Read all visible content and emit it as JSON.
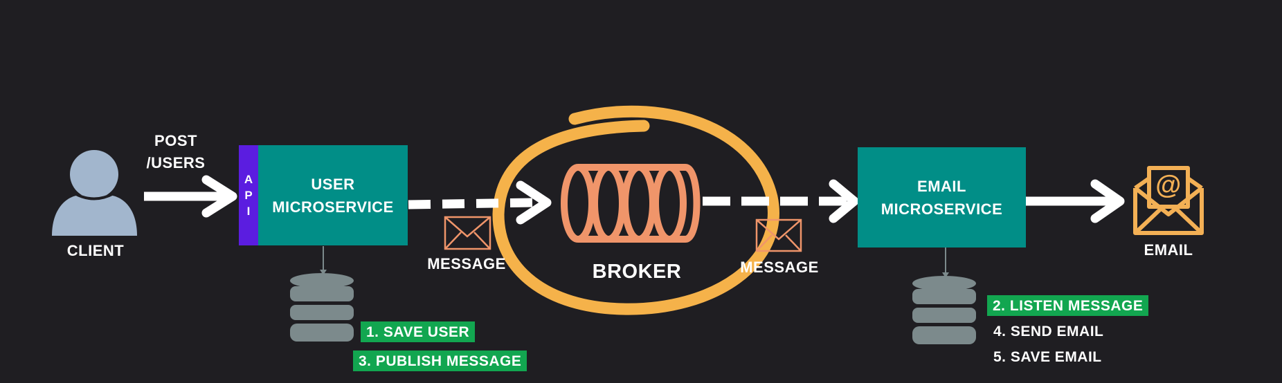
{
  "diagram": {
    "client": {
      "label": "CLIENT"
    },
    "request": {
      "line1": "POST",
      "line2": "/USERS"
    },
    "api": {
      "letters": [
        "A",
        "P",
        "I"
      ]
    },
    "user_service": {
      "line1": "USER",
      "line2": "MICROSERVICE"
    },
    "email_service": {
      "line1": "EMAIL",
      "line2": "MICROSERVICE"
    },
    "broker": {
      "label": "BROKER"
    },
    "message_left": {
      "label": "MESSAGE"
    },
    "message_right": {
      "label": "MESSAGE"
    },
    "email_target": {
      "label": "EMAIL"
    },
    "user_steps": [
      "1. SAVE USER",
      "3. PUBLISH MESSAGE"
    ],
    "email_steps": {
      "highlighted": "2. LISTEN MESSAGE",
      "plain": [
        "4. SEND EMAIL",
        "5. SAVE EMAIL"
      ]
    },
    "colors": {
      "background": "#1f1e22",
      "service_box": "#018e87",
      "api_strip": "#5b1de0",
      "step_tag": "#12a650",
      "broker": "#f0956a",
      "highlight_ring": "#f5b24a",
      "database": "#7c8a8c",
      "client": "#a2b6cd",
      "email_icon": "#f3b055"
    }
  }
}
